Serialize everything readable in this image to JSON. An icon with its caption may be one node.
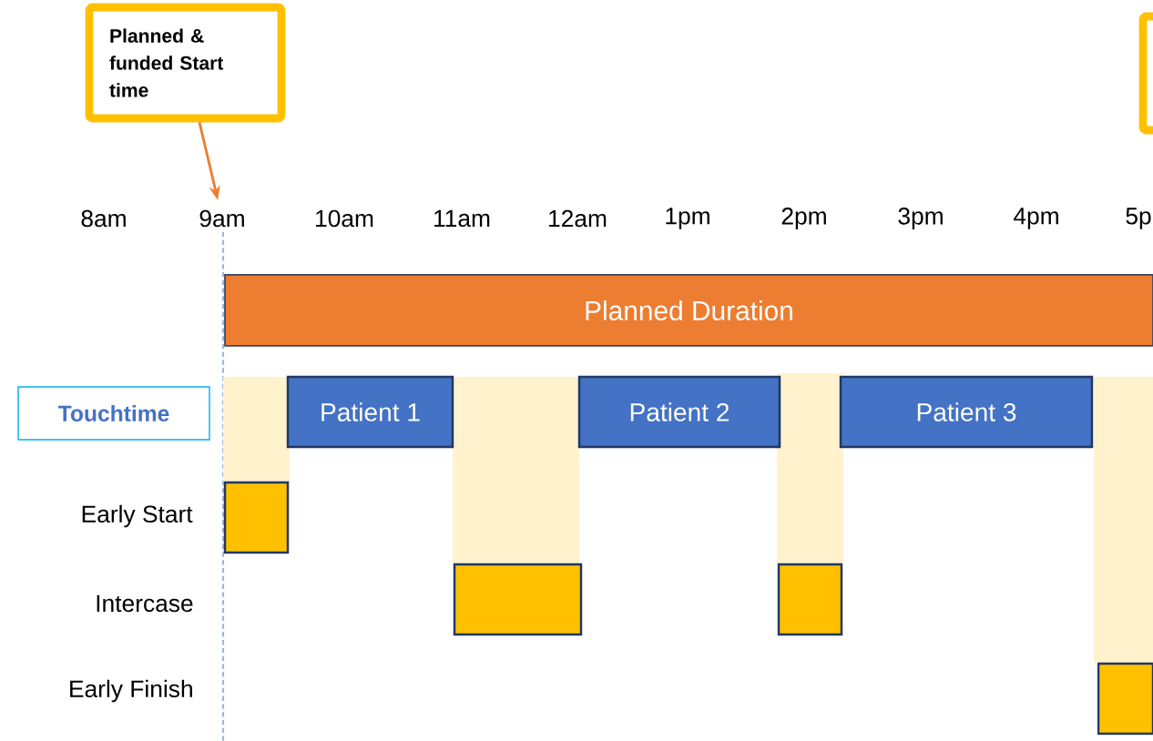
{
  "diagram": {
    "nodes": [
      {
        "text": [
          "Planned & funded Start time"
        ]
      },
      {
        "text": [],
        "shape": "box"
      },
      {
        "text": [
          "9am"
        ]
      },
      {
        "text": [
          "Planned Duration"
        ]
      },
      {
        "text": [
          "Touchtime"
        ]
      },
      {
        "text": [
          "Patient 1"
        ]
      },
      {
        "text": [
          "Patient 2"
        ]
      },
      {
        "text": [
          "Patient 3"
        ]
      },
      {
        "text": [],
        "shape": "bar"
      },
      {
        "text": [],
        "shape": "bar"
      },
      {
        "text": [],
        "shape": "bar"
      },
      {
        "text": [],
        "shape": "bar"
      },
      {
        "text": [],
        "shape": "band"
      },
      {
        "text": [],
        "shape": "band"
      },
      {
        "text": [],
        "shape": "band"
      },
      {
        "text": [],
        "shape": "band"
      }
    ],
    "edges": [
      {
        "from": 0,
        "to": 2,
        "arrow": "to",
        "color": "#ed7d31"
      }
    ],
    "labels": [
      "8am",
      "10am",
      "11am",
      "12am",
      "1pm",
      "2pm",
      "3pm",
      "4pm",
      "5p",
      "Early Start",
      "Intercase",
      "Early Finish"
    ]
  }
}
